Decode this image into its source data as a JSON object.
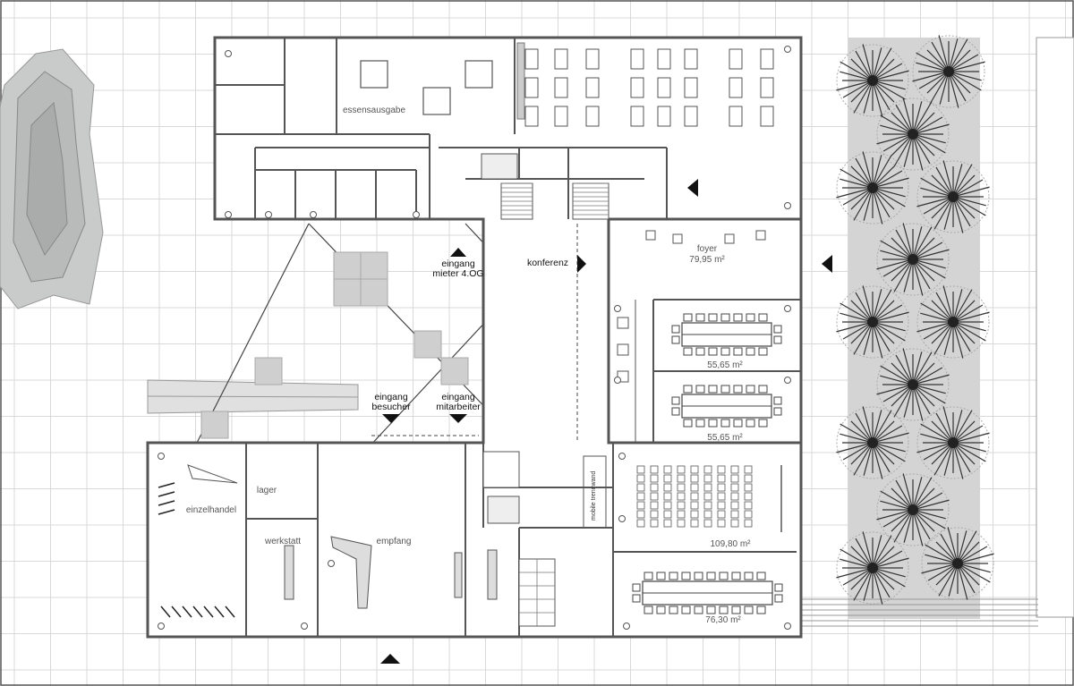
{
  "plan": {
    "rooms": {
      "essensausgabe": "essensausgabe",
      "foyer": "foyer",
      "foyer_area": "79,95 m²",
      "conf1_area": "55,65 m²",
      "conf2_area": "55,65 m²",
      "hall_area": "109,80 m²",
      "conf3_area": "76,30 m²",
      "lager": "lager",
      "einzelhandel": "einzelhandel",
      "werkstatt": "werkstatt",
      "empfang": "empfang",
      "mobile_wall": "mobile trennwand"
    },
    "entrances": {
      "mieter_1": "eingang",
      "mieter_2": "mieter 4.OG",
      "konferenz": "konferenz",
      "besucher_1": "eingang",
      "besucher_2": "besucher",
      "mitarbeiter_1": "eingang",
      "mitarbeiter_2": "mitarbeiter"
    }
  },
  "colors": {
    "grid": "#d9d9d9",
    "wall": "#555555",
    "landscape": "#d4d4d4",
    "tree": "#333333"
  }
}
